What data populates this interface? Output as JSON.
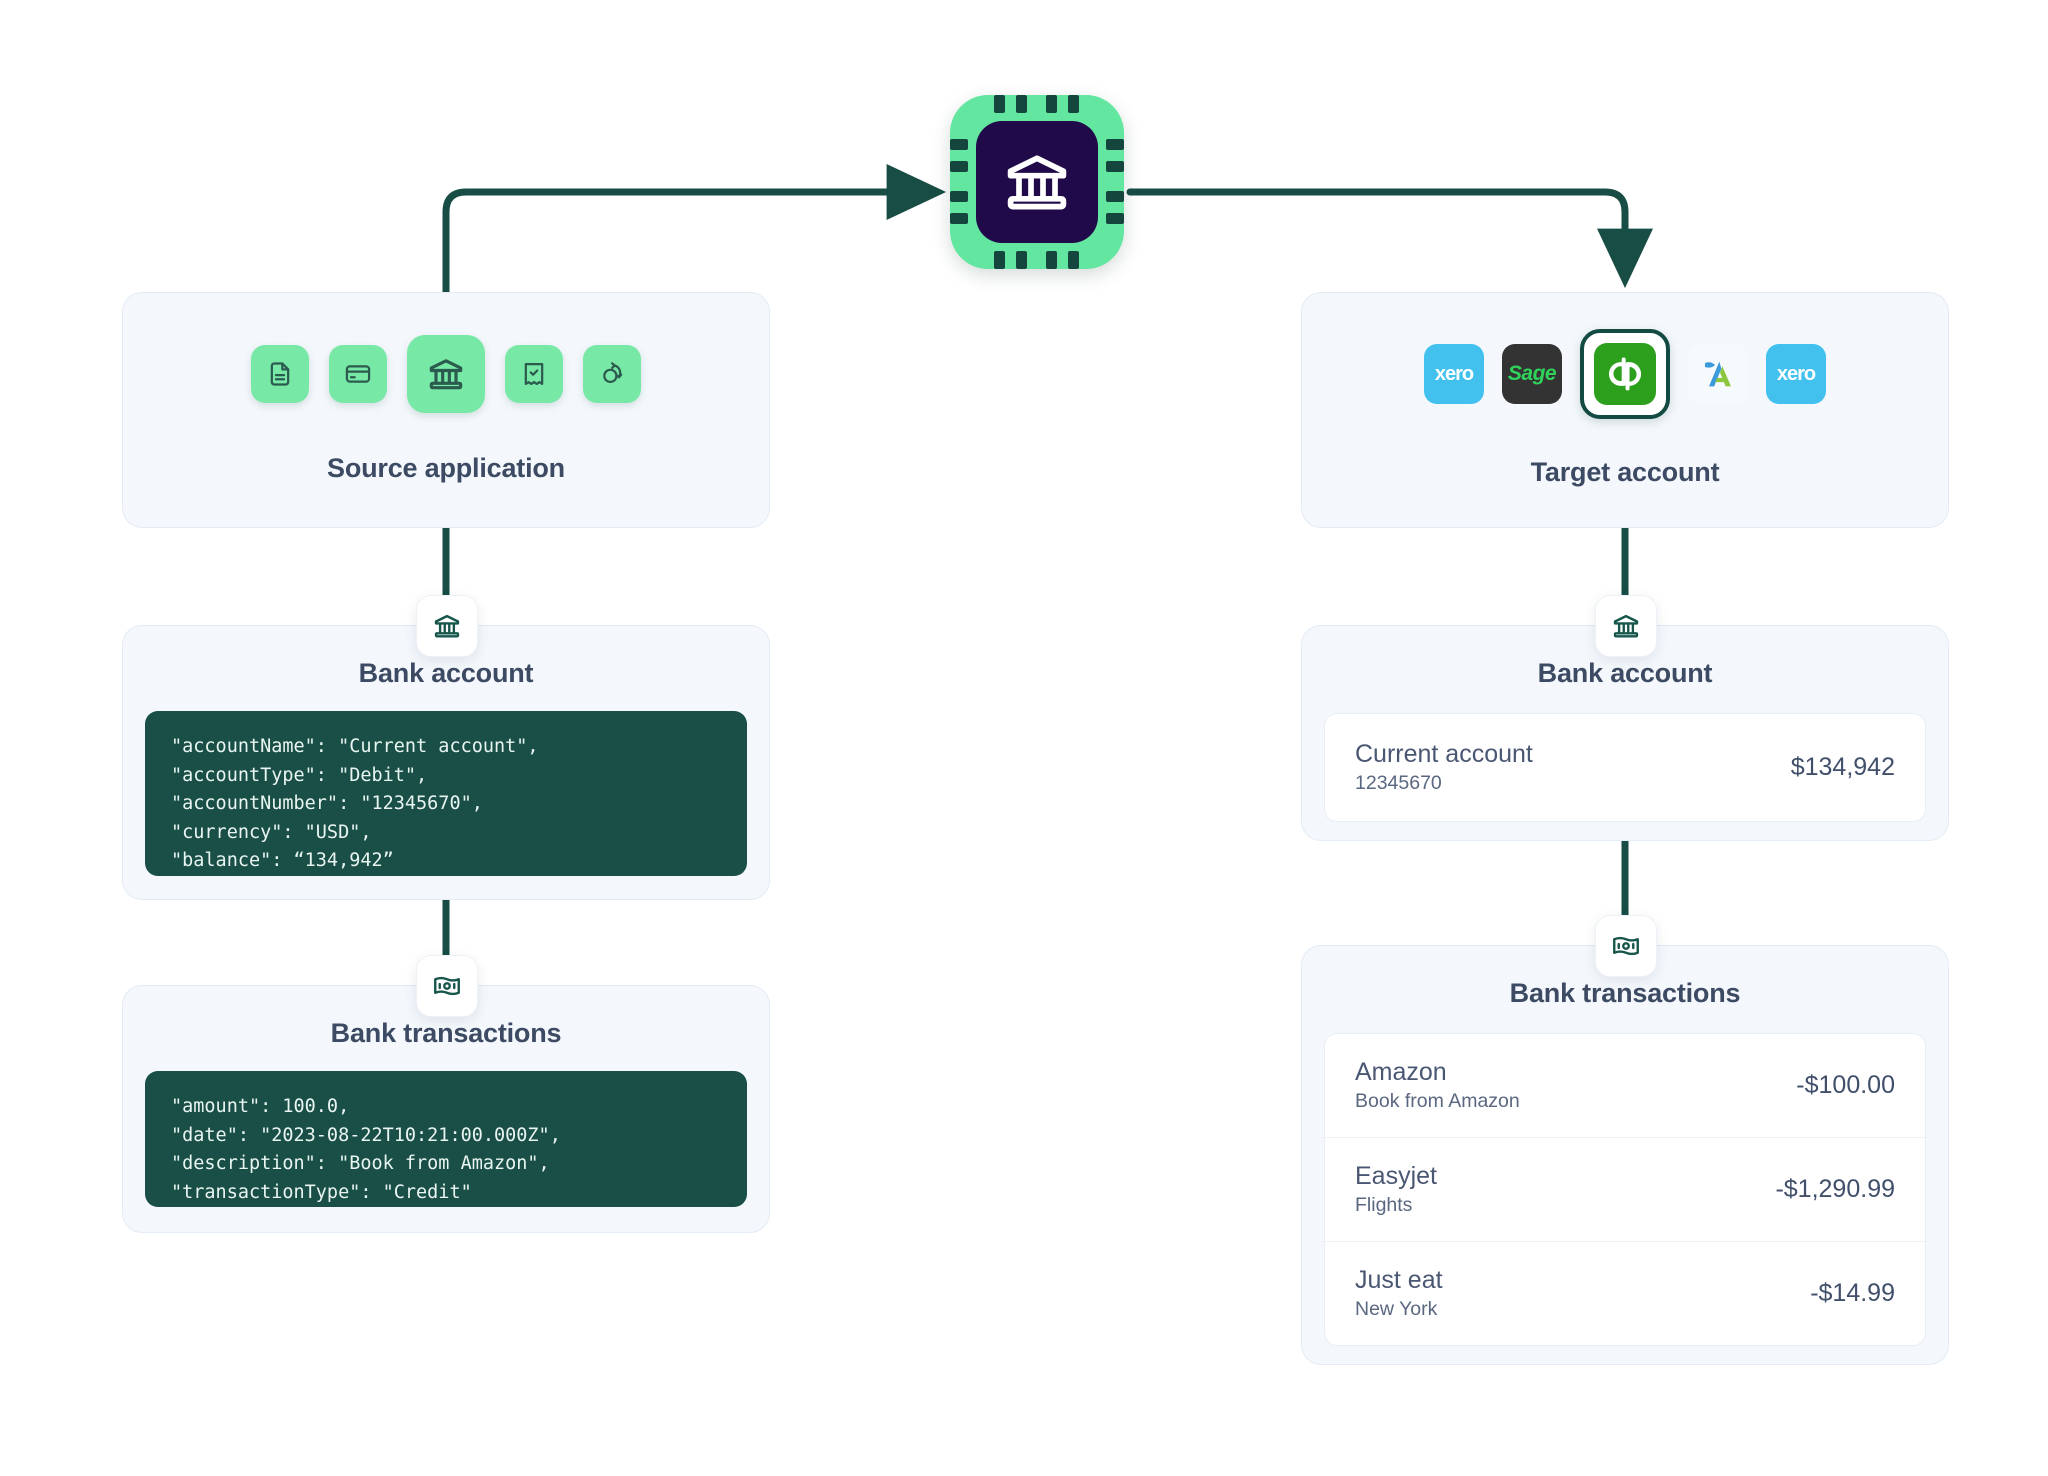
{
  "diagram": {
    "center_icon": {
      "name": "bank-chip-icon",
      "glyph": "bank"
    },
    "source": {
      "title": "Source application",
      "icons": [
        {
          "name": "document-icon"
        },
        {
          "name": "credit-card-icon"
        },
        {
          "name": "bank-icon",
          "selected": true
        },
        {
          "name": "receipt-check-icon"
        },
        {
          "name": "sync-icon"
        }
      ],
      "bank_account": {
        "badge_icon": "bank-icon",
        "title": "Bank account",
        "code": "\"accountName\": \"Current account\",\n\"accountType\": \"Debit\",\n\"accountNumber\": \"12345670\",\n\"currency\": \"USD\",\n\"balance\": “134,942”"
      },
      "bank_transactions": {
        "badge_icon": "banknote-icon",
        "title": "Bank transactions",
        "code": "\"amount\": 100.0,\n\"date\": \"2023-08-22T10:21:00.000Z\",\n\"description\": \"Book from Amazon\",\n\"transactionType\": \"Credit\""
      }
    },
    "target": {
      "title": "Target account",
      "logos": [
        {
          "name": "xero-logo",
          "label": "xero",
          "kind": "xero",
          "selected": false
        },
        {
          "name": "sage-logo",
          "label": "Sage",
          "kind": "sage",
          "selected": false
        },
        {
          "name": "quickbooks-logo",
          "label": "qb",
          "kind": "quickbooks",
          "selected": true
        },
        {
          "name": "freeagent-logo",
          "label": "",
          "kind": "freeagent",
          "selected": false
        },
        {
          "name": "xero-logo",
          "label": "xero",
          "kind": "xero",
          "selected": false
        }
      ],
      "bank_account": {
        "badge_icon": "bank-icon",
        "title": "Bank account",
        "account": {
          "name": "Current account",
          "number": "12345670",
          "balance": "$134,942"
        }
      },
      "bank_transactions": {
        "badge_icon": "banknote-icon",
        "title": "Bank transactions",
        "transactions": [
          {
            "name": "Amazon",
            "description": "Book from Amazon",
            "amount": "-$100.00"
          },
          {
            "name": "Easyjet",
            "description": "Flights",
            "amount": "-$1,290.99"
          },
          {
            "name": "Just eat",
            "description": "New York",
            "amount": "-$14.99"
          }
        ]
      }
    },
    "colors": {
      "accent_green": "#78e8a6",
      "dark_green": "#1a4f47",
      "chip_dark": "#200a4a",
      "panel_bg": "#f4f8fc",
      "text_dark": "#3d4a63",
      "wire": "#174d45"
    }
  }
}
